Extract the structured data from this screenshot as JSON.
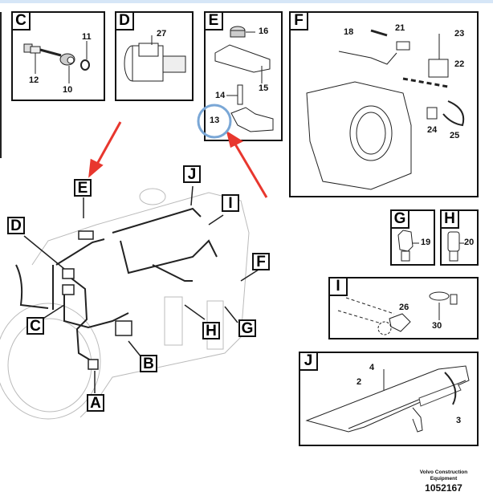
{
  "diagram": {
    "title": "Engine wiring harness parts diagram",
    "panels": {
      "C": {
        "label": "C",
        "parts": [
          "12",
          "10",
          "11"
        ]
      },
      "D": {
        "label": "D",
        "parts": [
          "27"
        ]
      },
      "E": {
        "label": "E",
        "parts": [
          "16",
          "15",
          "14",
          "13"
        ]
      },
      "F": {
        "label": "F",
        "parts": [
          "18",
          "21",
          "23",
          "22",
          "24",
          "25"
        ]
      },
      "G": {
        "label": "G",
        "parts": [
          "19"
        ]
      },
      "H": {
        "label": "H",
        "parts": [
          "20"
        ]
      },
      "I": {
        "label": "I",
        "parts": [
          "26",
          "30"
        ]
      },
      "J": {
        "label": "J",
        "parts": [
          "4",
          "2",
          "3"
        ]
      }
    },
    "engine_callouts": [
      "E",
      "J",
      "I",
      "D",
      "F",
      "C",
      "H",
      "G",
      "B",
      "A"
    ],
    "highlight": {
      "part": "13",
      "circle_color": "#7aa7d6",
      "arrow_color": "#e8372e"
    }
  },
  "footer": {
    "brand_line1": "Volvo Construction",
    "brand_line2": "Equipment",
    "code": "1052167"
  }
}
